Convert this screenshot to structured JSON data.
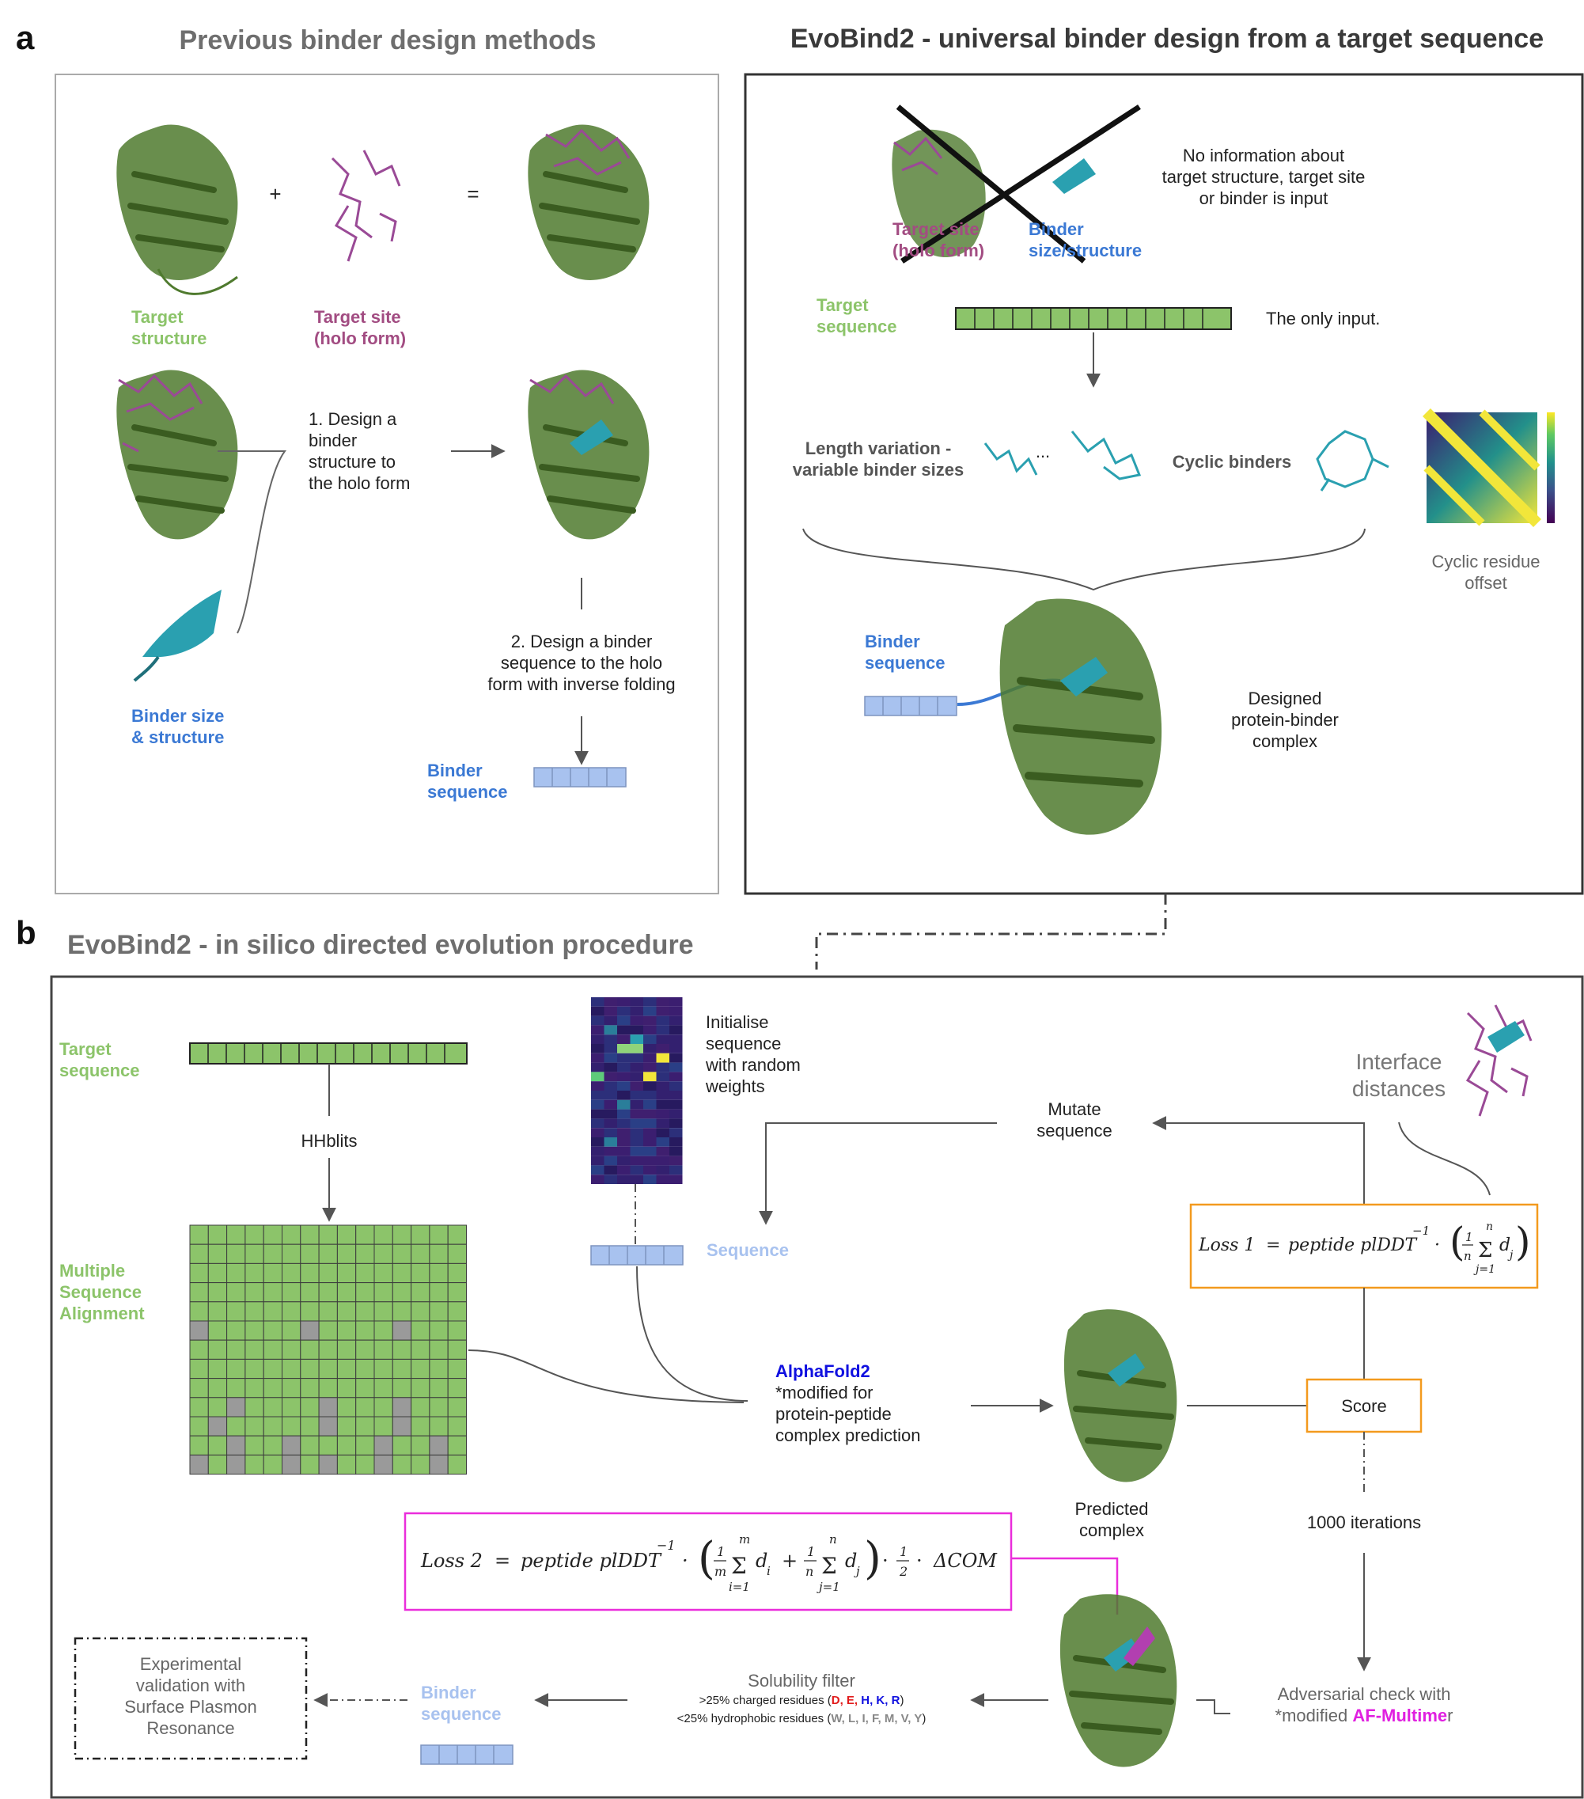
{
  "panel_a": {
    "letter": "a",
    "left_title": "Previous binder design methods",
    "right_title": "EvoBind2 - universal binder design from a target sequence",
    "plus": "+",
    "equals": "=",
    "target_structure": [
      "Target",
      "structure"
    ],
    "target_site": [
      "Target site",
      "(holo form)"
    ],
    "step1": [
      "1. Design a",
      "binder",
      "structure to",
      "the holo form"
    ],
    "step2": [
      "2. Design a binder",
      "sequence to the holo",
      "form with inverse folding"
    ],
    "binder_size": [
      "Binder size",
      "& structure"
    ],
    "binder_sequence": [
      "Binder",
      "sequence"
    ],
    "crossed_target_site": [
      "Target site",
      "(holo form)"
    ],
    "crossed_binder": [
      "Binder",
      "size/structure"
    ],
    "no_info": [
      "No information about",
      "target structure, target site",
      "or binder is input"
    ],
    "target_sequence": [
      "Target",
      "sequence"
    ],
    "only_input": "The only input.",
    "length_variation": [
      "Length variation -",
      "variable binder sizes"
    ],
    "ellipsis": "...",
    "cyclic_binders": "Cyclic binders",
    "cyclic_offset": [
      "Cyclic residue",
      "offset"
    ],
    "right_binder_sequence": [
      "Binder",
      "sequence"
    ],
    "designed_complex": [
      "Designed",
      "protein-binder",
      "complex"
    ]
  },
  "panel_b": {
    "letter": "b",
    "title": "EvoBind2 - in silico directed evolution procedure",
    "target_sequence": [
      "Target",
      "sequence"
    ],
    "hhblits": "HHblits",
    "msa": [
      "Multiple",
      "Sequence",
      "Alignment"
    ],
    "initialise": [
      "Initialise",
      "sequence",
      "with random",
      "weights"
    ],
    "sequence": "Sequence",
    "mutate": [
      "Mutate",
      "sequence"
    ],
    "interface": [
      "Interface",
      "distances"
    ],
    "alphafold_name": "AlphaFold2",
    "alphafold_desc": [
      "*modified for",
      "protein-peptide",
      "complex prediction"
    ],
    "predicted": [
      "Predicted",
      "complex"
    ],
    "score": "Score",
    "iterations": "1000 iterations",
    "loss1": {
      "name": "Loss 1",
      "eq": "=",
      "term": "peptide plDDT",
      "exp": "−1",
      "dot": "·",
      "frac_num": "1",
      "frac_den": "n",
      "sum_top": "n",
      "sum_bot": "j=1",
      "var": "d",
      "sub": "j"
    },
    "loss2": {
      "name": "Loss 2",
      "eq": "=",
      "term": "peptide plDDT",
      "exp": "−1",
      "dot": "·",
      "frac_m_num": "1",
      "frac_m_den": "m",
      "sum_m_top": "m",
      "sum_m_bot": "i=1",
      "var_i": "d",
      "sub_i": "i",
      "plus": "+",
      "frac_n_num": "1",
      "frac_n_den": "n",
      "sum_n_top": "n",
      "sum_n_bot": "j=1",
      "var_j": "d",
      "sub_j": "j",
      "half_num": "1",
      "half_den": "2",
      "dcom": "ΔCOM"
    },
    "adversarial": "Adversarial check with",
    "adversarial_prefix": "*modified ",
    "afm_main": "AF-Multime",
    "afm_tail": "r",
    "solubility": "Solubility filter",
    "charged_prefix": ">25% charged residues (",
    "charged_de": "D, E, ",
    "charged_hkr": "H, K, R",
    "close_paren": ")",
    "hydrophobic_prefix": "<25% hydrophobic residues (",
    "hydrophobic_res": "W, L, I, F, M, V, Y",
    "binder_sequence": [
      "Binder",
      "sequence"
    ],
    "experimental": [
      "Experimental",
      "validation with",
      "Surface Plasmon",
      "Resonance"
    ]
  },
  "colors": {
    "protein_green": "#4f7a2e",
    "seq_green": "#8cc46a",
    "binder_blue": "#a8c2ef",
    "teal": "#2aa0b0",
    "site_purple": "#9a4a96",
    "orange": "#f39a1e",
    "magenta": "#ea2ddb",
    "msa_gray": "#9a9a9a"
  }
}
